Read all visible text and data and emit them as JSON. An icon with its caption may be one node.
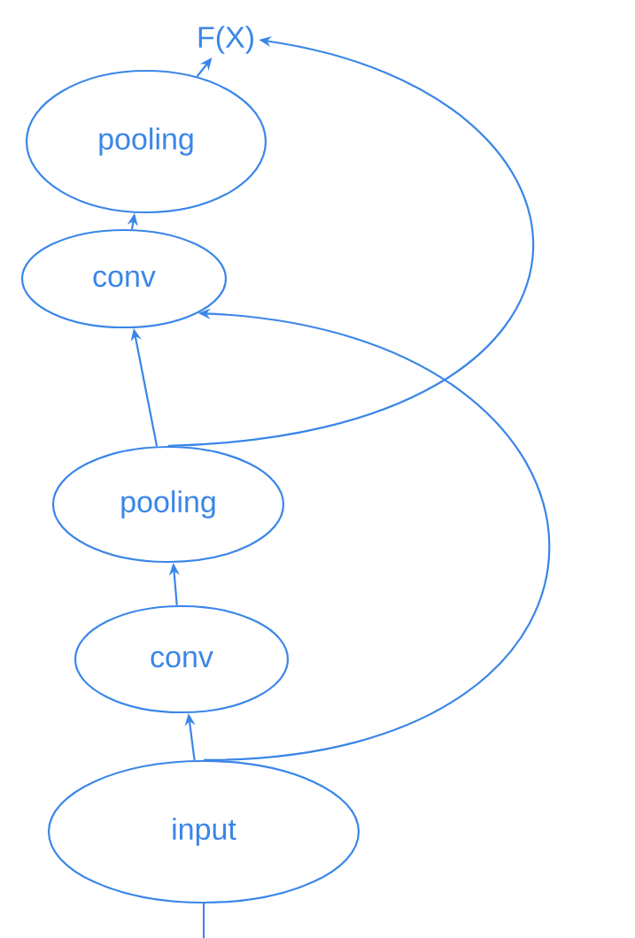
{
  "diagram": {
    "nodes": [
      {
        "text": [
          "F(X)"
        ]
      },
      {
        "text": [
          "pooling"
        ]
      },
      {
        "text": [
          "conv"
        ]
      },
      {
        "text": [
          "pooling"
        ]
      },
      {
        "text": [
          "conv"
        ]
      },
      {
        "text": [
          "input"
        ]
      }
    ],
    "edges": [
      {
        "from": null,
        "to": 5,
        "arrow": "none"
      },
      {
        "from": 5,
        "to": 4,
        "arrow": "to"
      },
      {
        "from": 4,
        "to": 3,
        "arrow": "to"
      },
      {
        "from": 3,
        "to": 2,
        "arrow": "to"
      },
      {
        "from": 2,
        "to": 1,
        "arrow": "to"
      },
      {
        "from": 1,
        "to": 0,
        "arrow": "to"
      },
      {
        "from": 5,
        "to": 2,
        "arrow": "to"
      },
      {
        "from": 3,
        "to": 0,
        "arrow": "to"
      }
    ]
  }
}
